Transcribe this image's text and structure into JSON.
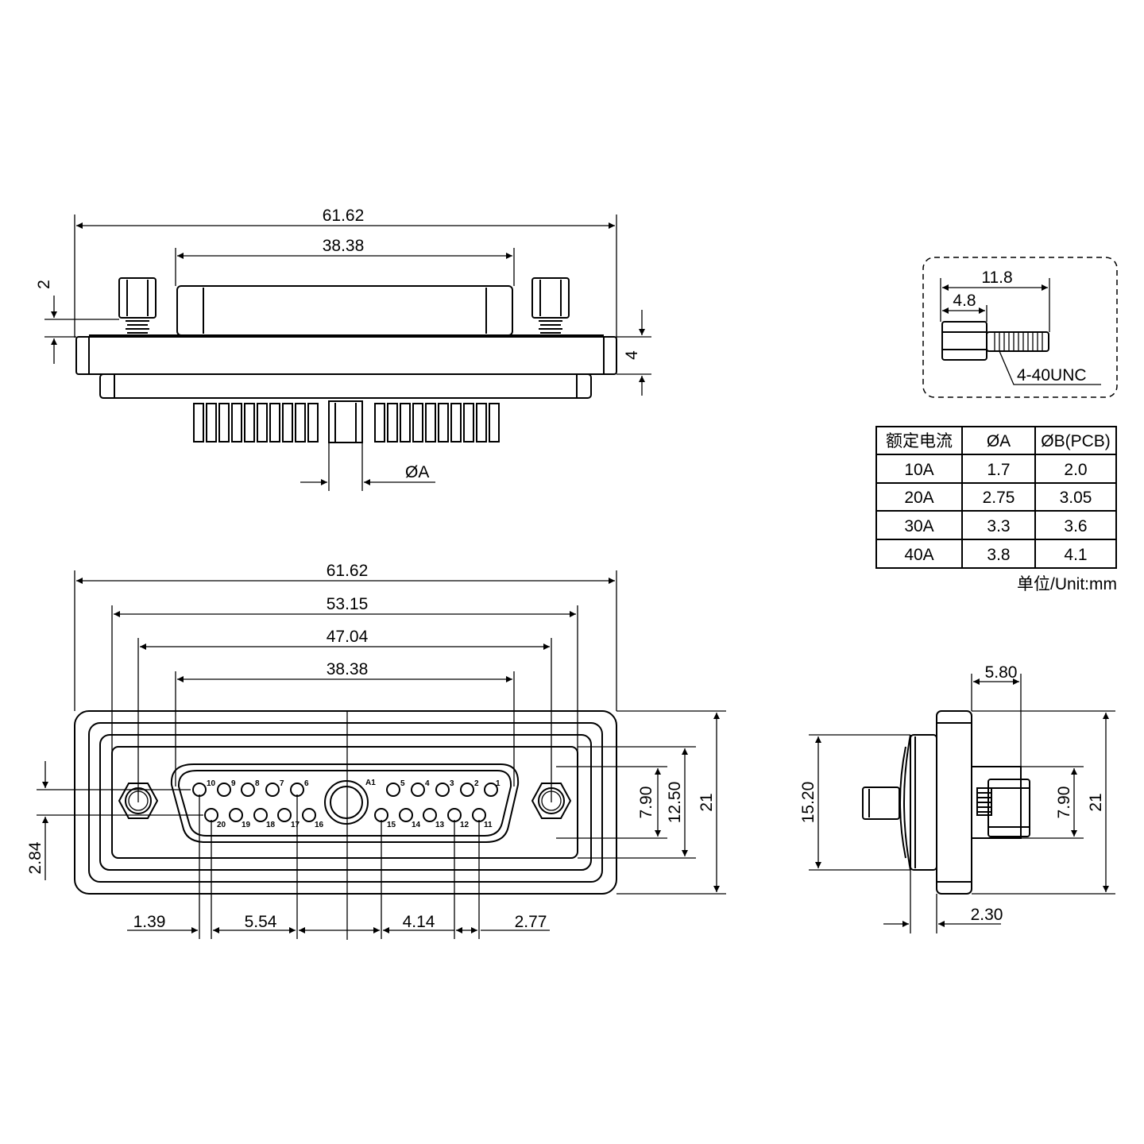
{
  "top_view": {
    "overall_width": "61.62",
    "shell_width": "38.38",
    "height_2": "2",
    "height_4": "4",
    "pin_dia": "ØA"
  },
  "front_view": {
    "overall_width": "61.62",
    "hole_span": "53.15",
    "mount_span": "47.04",
    "shell_width": "38.38",
    "d_790": "7.90",
    "d_1250": "12.50",
    "d_21": "21",
    "d_284": "2.84",
    "d_139": "1.39",
    "d_554": "5.54",
    "d_414": "4.14",
    "d_277": "2.77",
    "coax_label": "A1",
    "top_row_pins": [
      "10",
      "9",
      "8",
      "7",
      "6",
      "5",
      "4",
      "3",
      "2",
      "1"
    ],
    "bottom_row_pins": [
      "20",
      "19",
      "18",
      "17",
      "16",
      "15",
      "14",
      "13",
      "12",
      "11"
    ]
  },
  "side_view": {
    "d_580": "5.80",
    "d_1520": "15.20",
    "d_790": "7.90",
    "d_21": "21",
    "d_230": "2.30"
  },
  "screw_detail": {
    "len_total": "11.8",
    "len_hex": "4.8",
    "thread": "4-40UNC"
  },
  "spec_table": {
    "headers": [
      "额定电流",
      "ØA",
      "ØB(PCB)"
    ],
    "rows": [
      [
        "10A",
        "1.7",
        "2.0"
      ],
      [
        "20A",
        "2.75",
        "3.05"
      ],
      [
        "30A",
        "3.3",
        "3.6"
      ],
      [
        "40A",
        "3.8",
        "4.1"
      ]
    ],
    "unit": "单位/Unit:mm"
  }
}
